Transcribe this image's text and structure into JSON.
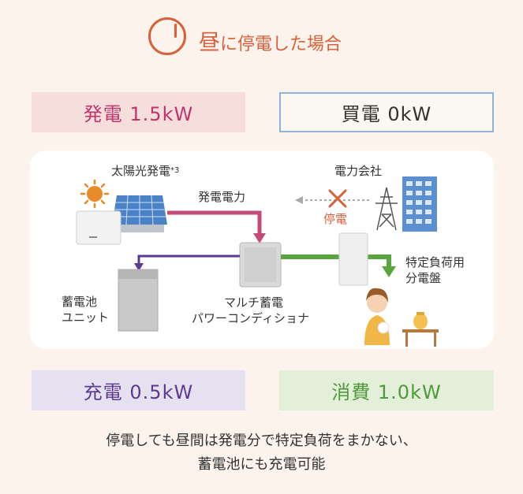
{
  "title": {
    "prefix": "昼",
    "rest": "に停電した場合"
  },
  "boxes": {
    "generation": "発電 1.5kW",
    "purchase": "買電 0kW",
    "charge": "充電 0.5kW",
    "consumption": "消費 1.0kW"
  },
  "diagram": {
    "solar_label": "太陽光発電",
    "solar_note": "*3",
    "power_company": "電力会社",
    "outage": "停電",
    "gen_power": "発電電力",
    "panel_label_1": "特定負荷用",
    "panel_label_2": "分電盤",
    "battery_label_1": "蓄電池",
    "battery_label_2": "ユニット",
    "pcs_label_1": "マルチ蓄電",
    "pcs_label_2": "パワーコンディショナ"
  },
  "footer": {
    "line1": "停電しても昼間は発電分で特定負荷をまかない、",
    "line2": "蓄電池にも充電可能"
  },
  "colors": {
    "accent": "#d9603a",
    "generation": "#c0356b",
    "charge": "#5a3b92",
    "consumption": "#4f9a3a",
    "purchase_border": "#8fb2dc"
  }
}
